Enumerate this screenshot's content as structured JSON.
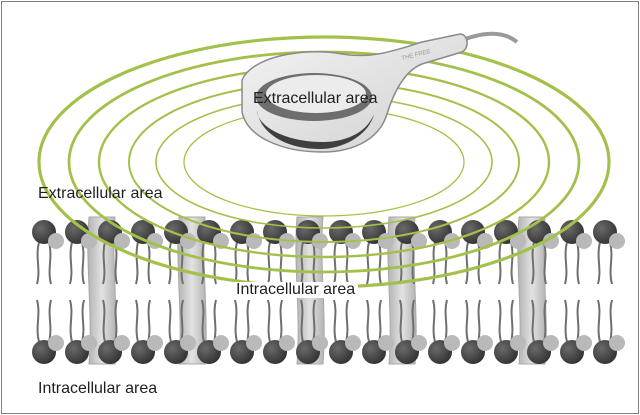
{
  "labels": {
    "device_label": "Extracellular area",
    "extracellular_label": "Extracellular area",
    "intracellular_mid_label": "Intracellular area",
    "intracellular_bottom_label": "Intracellular area"
  },
  "device": {
    "engraving": "THE FREE"
  },
  "colors": {
    "wave": "#a3c14a",
    "head_dark": "#3c3c3c",
    "head_mid": "#b9b9b9",
    "tail": "#6f6f6f",
    "channel": "#c8c8c8",
    "frame": "#7f7f7f"
  }
}
